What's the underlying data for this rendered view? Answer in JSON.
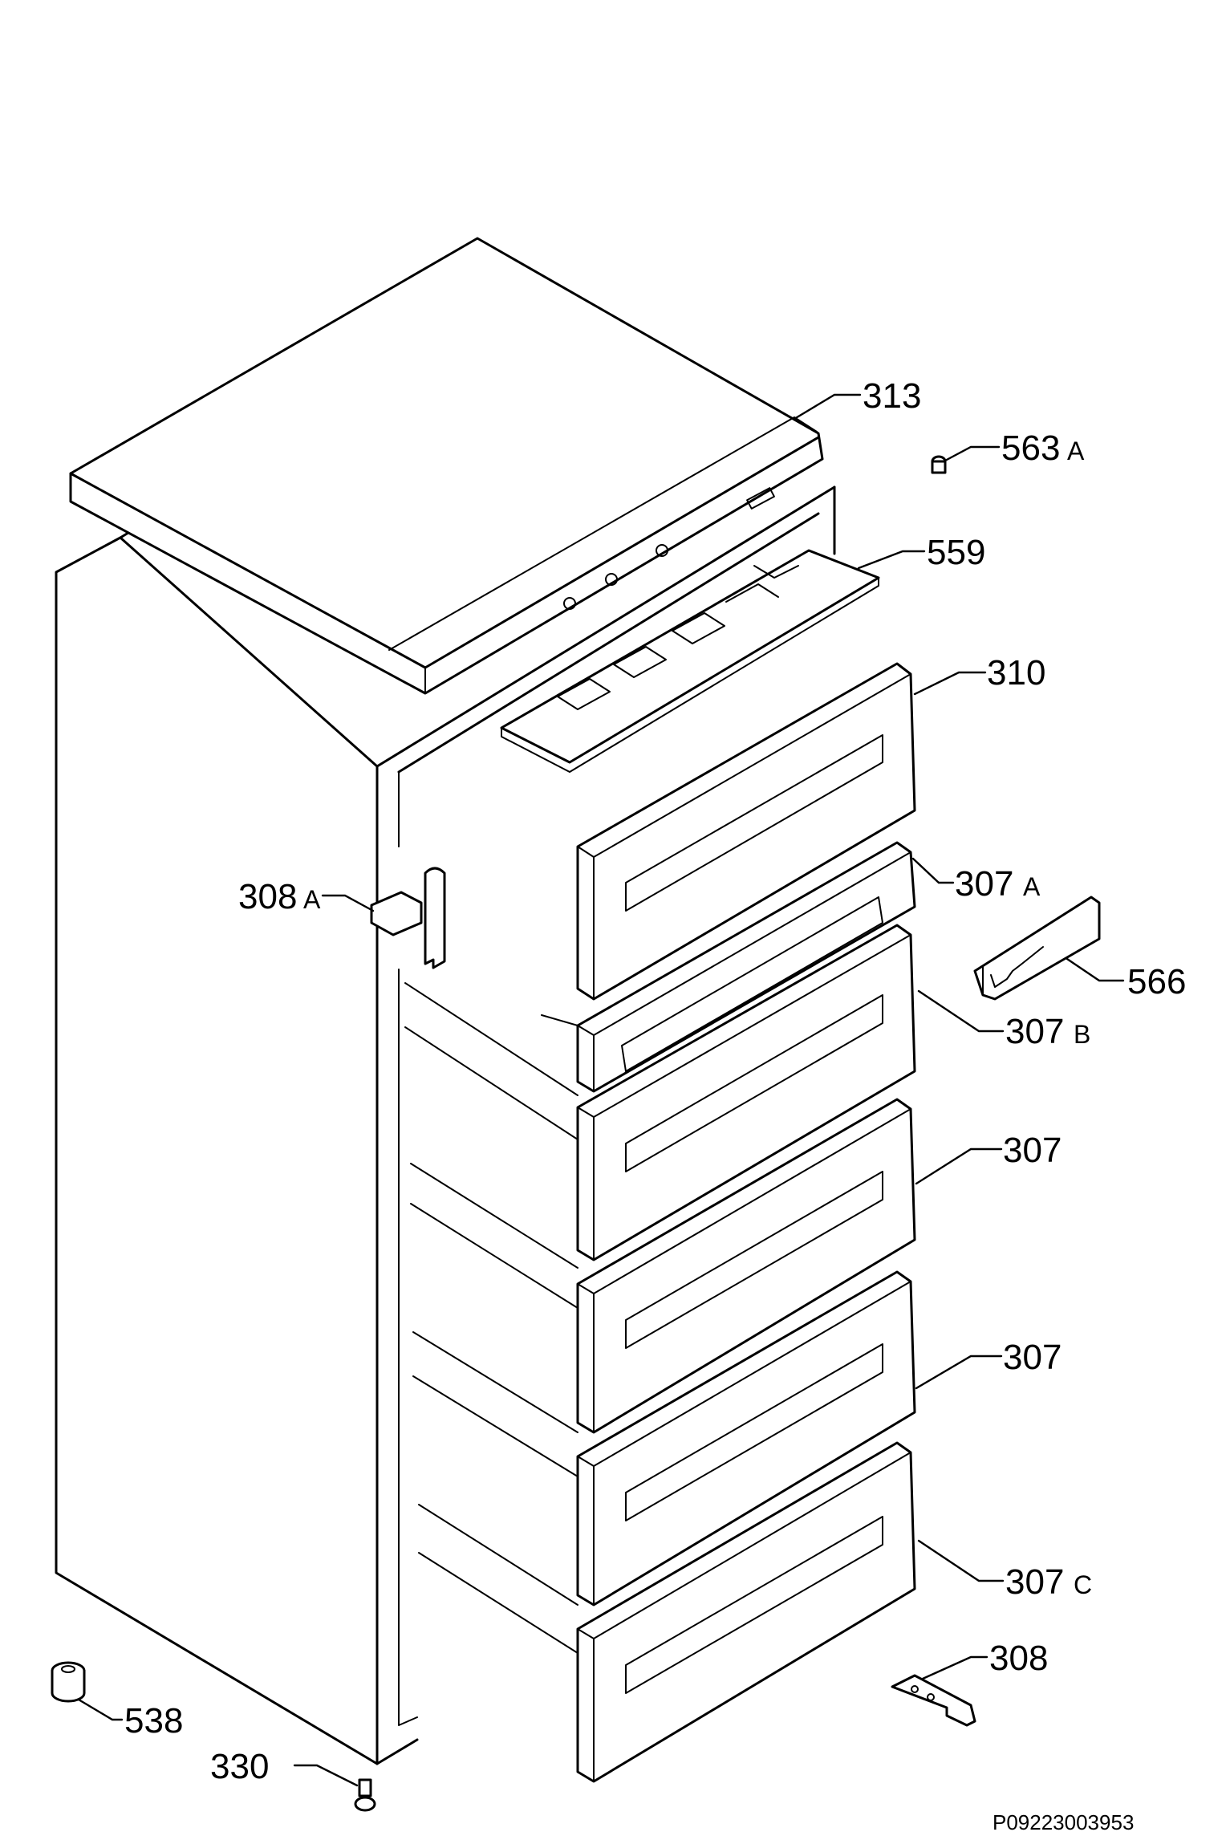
{
  "drawing_code": "P09223003953",
  "callouts": {
    "c313": {
      "num": "313",
      "suffix": ""
    },
    "c563A": {
      "num": "563",
      "suffix": "A"
    },
    "c559": {
      "num": "559",
      "suffix": ""
    },
    "c310": {
      "num": "310",
      "suffix": ""
    },
    "c307A": {
      "num": "307",
      "suffix": "A"
    },
    "c308A": {
      "num": "308",
      "suffix": "A"
    },
    "c566": {
      "num": "566",
      "suffix": ""
    },
    "c307B": {
      "num": "307",
      "suffix": "B"
    },
    "c307_1": {
      "num": "307",
      "suffix": ""
    },
    "c307_2": {
      "num": "307",
      "suffix": ""
    },
    "c307C": {
      "num": "307",
      "suffix": "C"
    },
    "c308": {
      "num": "308",
      "suffix": ""
    },
    "c538": {
      "num": "538",
      "suffix": ""
    },
    "c330": {
      "num": "330",
      "suffix": ""
    }
  }
}
